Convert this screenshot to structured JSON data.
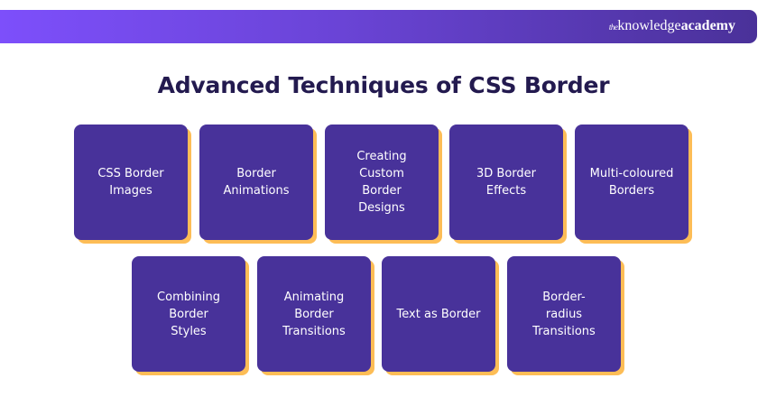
{
  "header": {
    "brand": {
      "prefix": "the",
      "middle": "knowledge",
      "suffix": "academy"
    },
    "colors": {
      "banner_start": "#7d4ffb",
      "banner_end": "#4a3199"
    }
  },
  "title": "Advanced Techniques of CSS Border",
  "colors": {
    "title": "#231a4f",
    "card_fill": "#48329a",
    "card_shadow": "#fdbd56",
    "card_text": "#ffffff"
  },
  "cards": [
    {
      "label": "CSS Border\nImages"
    },
    {
      "label": "Border\nAnimations"
    },
    {
      "label": "Creating\nCustom\nBorder\nDesigns"
    },
    {
      "label": "3D Border\nEffects"
    },
    {
      "label": "Multi-coloured\nBorders"
    },
    {
      "label": "Combining\nBorder\nStyles"
    },
    {
      "label": "Animating\nBorder\nTransitions"
    },
    {
      "label": "Text as Border"
    },
    {
      "label": "Border-\nradius\nTransitions"
    }
  ]
}
